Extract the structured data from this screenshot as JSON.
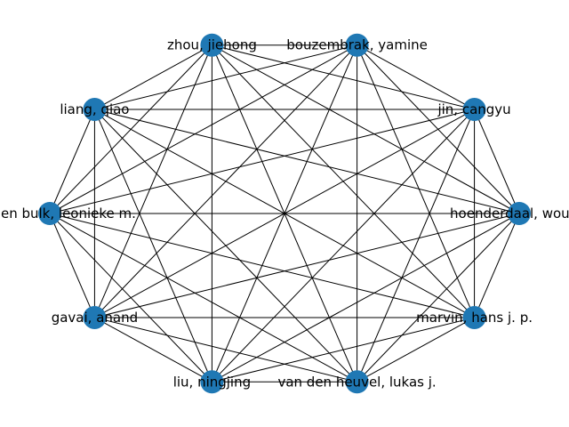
{
  "graph": {
    "type": "complete-graph",
    "node_color": "#1f78b4",
    "edge_color": "#000000",
    "nodes": [
      {
        "id": "n0",
        "label": "hoenderdaal, wouter"
      },
      {
        "id": "n1",
        "label": "jin, cangyu"
      },
      {
        "id": "n2",
        "label": "bouzembrak, yamine"
      },
      {
        "id": "n3",
        "label": "zhou, jiehong"
      },
      {
        "id": "n4",
        "label": "liang, qiao"
      },
      {
        "id": "n5",
        "label": "van den bulk, leonieke m."
      },
      {
        "id": "n6",
        "label": "gavai, anand"
      },
      {
        "id": "n7",
        "label": "liu, ningjing"
      },
      {
        "id": "n8",
        "label": "van den heuvel, lukas j."
      },
      {
        "id": "n9",
        "label": "marvin, hans j. p."
      }
    ],
    "edges": "all-pairs"
  }
}
